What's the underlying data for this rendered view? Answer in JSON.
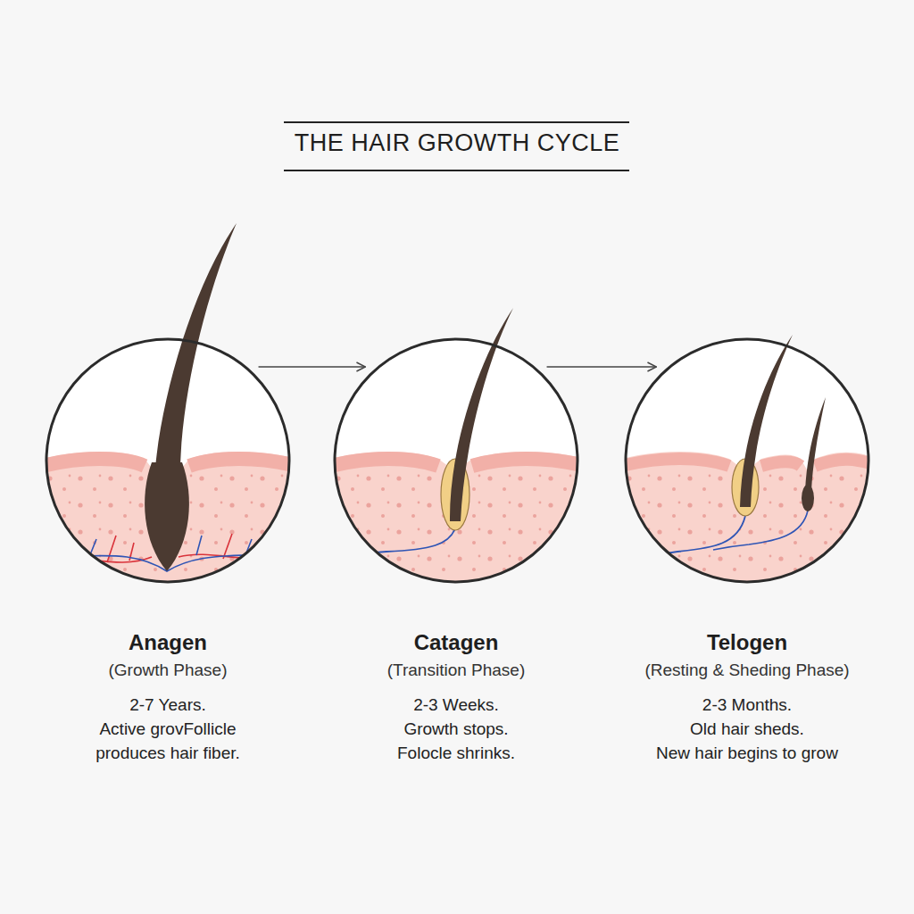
{
  "diagram": {
    "title": "THE HAIR GROWTH CYCLE",
    "nodes": [
      {
        "text": [
          "Anagen",
          "(Growth Phase)",
          "2-7 Years.",
          "Active grovFollicle produces hair fiber."
        ]
      },
      {
        "text": [
          "Catagen",
          "(Transition Phase)",
          "2-3 Weeks.",
          "Growth stops.",
          "Folocle shrinks."
        ]
      },
      {
        "text": [
          "Telogen",
          "(Resting & Sheding Phase)",
          "2-3 Months.",
          "Old hair sheds.",
          "New hair begins to grow"
        ]
      }
    ],
    "edges": [
      {
        "from": 0,
        "to": 1,
        "arrow": "to"
      },
      {
        "from": 1,
        "to": 2,
        "arrow": "to"
      }
    ]
  }
}
